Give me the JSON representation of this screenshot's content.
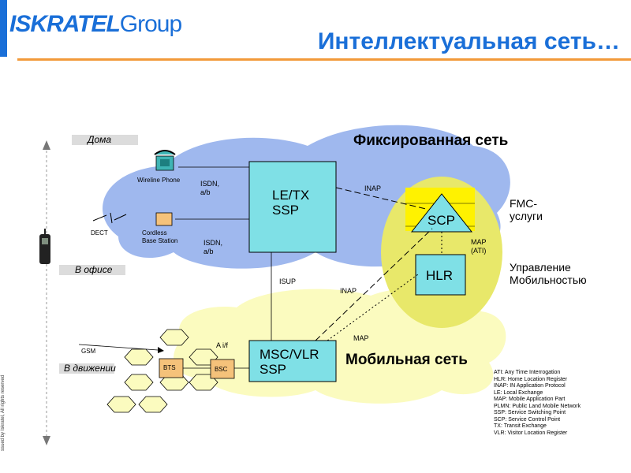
{
  "header": {
    "logo_brand": "ISKRATEL",
    "logo_suffix": "Group",
    "title": "Интеллектуальная сеть…"
  },
  "zones": {
    "home": "Дома",
    "office": "В офисе",
    "moving": "В движении"
  },
  "clouds": {
    "fixed": "Фиксированная сеть",
    "mobile": "Мобильная сеть"
  },
  "nodes": {
    "letx_line1": "LE/TX",
    "letx_line2": "SSP",
    "mscvlr_line1": "MSC/VLR",
    "mscvlr_line2": "SSP",
    "scp": "SCP",
    "hlr": "HLR",
    "bts": "BTS",
    "bsc": "BSC"
  },
  "devices": {
    "wireline_phone": "Wireline Phone",
    "dect": "DECT",
    "cordless_line1": "Cordless",
    "cordless_line2": "Base Station",
    "gsm": "GSM"
  },
  "links": {
    "isdn1_line1": "ISDN,",
    "isdn1_line2": "a/b",
    "isdn2_line1": "ISDN,",
    "isdn2_line2": "a/b",
    "inap_top": "INAP",
    "inap_mid": "INAP",
    "isup": "ISUP",
    "map_lower": "MAP",
    "map_ati_line1": "MAP",
    "map_ati_line2": "(ATI)",
    "aif": "A i/f"
  },
  "services": {
    "fmc_line1": "FMC-",
    "fmc_line2": "услуги",
    "mobility_line1": "Управление",
    "mobility_line2": "Мобильностью"
  },
  "legend": [
    "ATI: Any Time Interrogation",
    "HLR: Home Location Register",
    "INAP: IN Application Protocol",
    "LE: Local Exchange",
    "MAP: Mobile Application Part",
    "PLMN: Public Land Mobile Network",
    "SSP: Service Switching Point",
    "SCP: Service Control Point",
    "TX: Transit Exchange",
    "VLR: Visitor Location Register"
  ],
  "footer": {
    "copyright": "ssued by Iskratel, All rights reserved"
  },
  "colors": {
    "brand_blue": "#1a6fd8",
    "accent_orange": "#f29a3a",
    "cloud_blue": "#9fb8ee",
    "cloud_yellow": "#fbfbbf",
    "ellipse_yellow": "#e8e86a",
    "node_cyan": "#7fe0e6",
    "bts_orange": "#f5c27a"
  }
}
